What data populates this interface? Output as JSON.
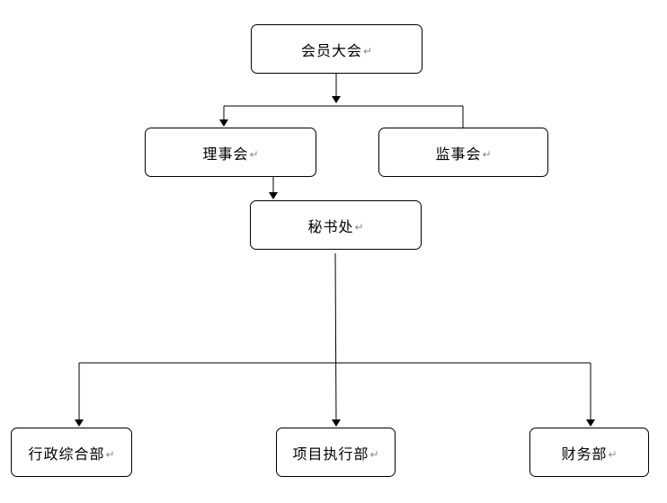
{
  "nodes": {
    "general_assembly": "会员大会",
    "council": "理事会",
    "supervisors": "监事会",
    "secretariat": "秘书处",
    "admin_dept": "行政综合部",
    "project_dept": "项目执行部",
    "finance_dept": "财务部"
  },
  "paragraph_mark": "↵"
}
